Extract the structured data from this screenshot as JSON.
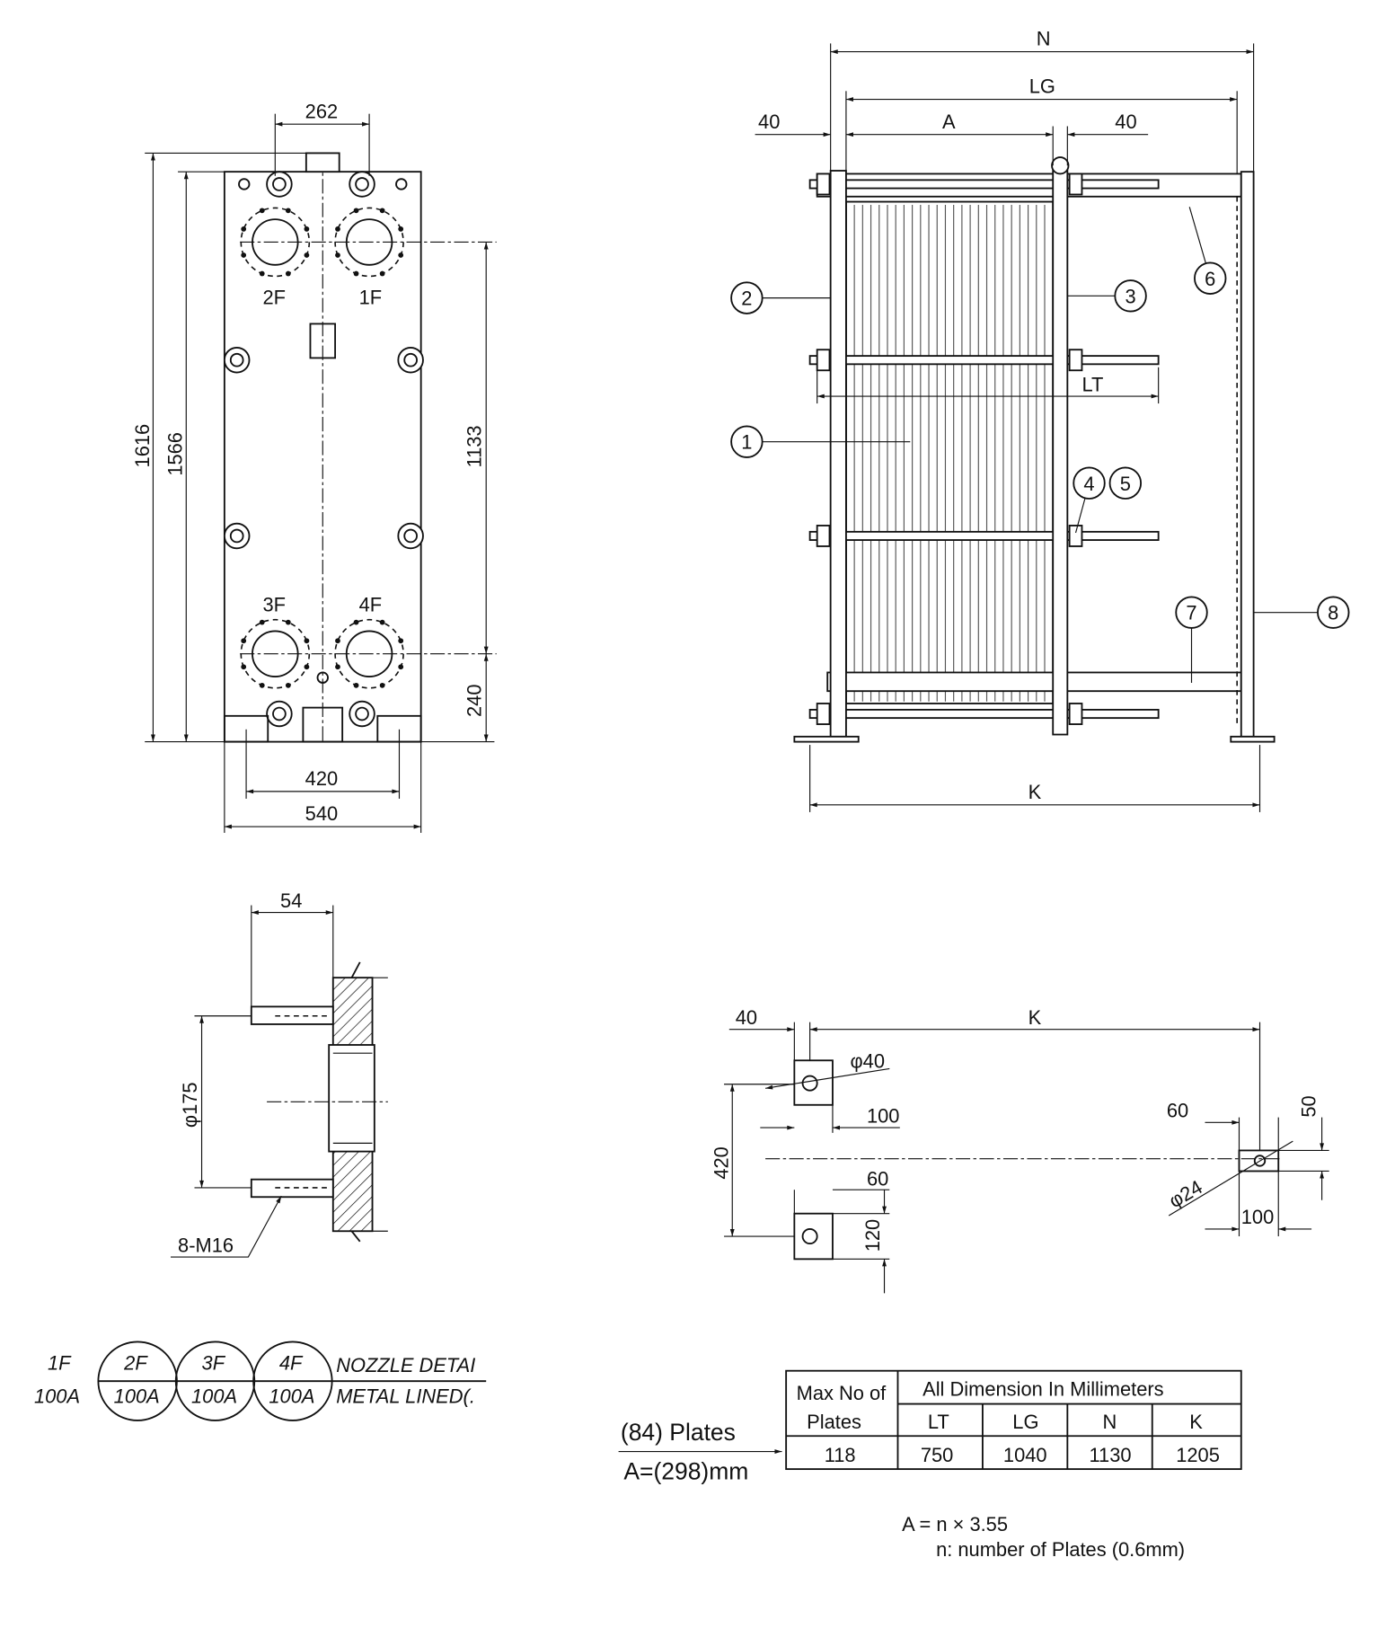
{
  "front_view": {
    "dims": {
      "top_spacing": "262",
      "overall_height": "1616",
      "plate_height": "1566",
      "port_distance": "1133",
      "bottom_port": "240",
      "foot_spacing": "420",
      "width": "540"
    },
    "ports": [
      "2F",
      "1F",
      "3F",
      "4F"
    ]
  },
  "side_view": {
    "dims": {
      "N": "N",
      "LG": "LG",
      "A": "A",
      "left_40": "40",
      "right_40": "40",
      "LT": "LT",
      "K": "K"
    },
    "balloons": [
      "1",
      "2",
      "3",
      "4",
      "5",
      "6",
      "7",
      "8"
    ]
  },
  "nozzle_detail": {
    "flange_depth": "54",
    "bolt_circle": "φ175",
    "bolts": "8-M16"
  },
  "foot_detail": {
    "offset": "40",
    "K": "K",
    "hole_left": "φ40",
    "width_100": "100",
    "width_60": "60",
    "height_120": "120",
    "spacing_420": "420",
    "right_60": "60",
    "right_50": "50",
    "hole_right": "φ24",
    "right_100": "100"
  },
  "nozzle_table": {
    "first_label": "1F",
    "first_size": "100A",
    "items": [
      {
        "label": "2F",
        "size": "100A"
      },
      {
        "label": "3F",
        "size": "100A"
      },
      {
        "label": "4F",
        "size": "100A"
      }
    ],
    "note_top": "NOZZLE DETAI",
    "note_bottom": "METAL LINED(."
  },
  "plates_note": {
    "plates": "(84) Plates",
    "a_value": "A=(298)mm"
  },
  "dimension_table": {
    "header_left": [
      "Max No of",
      "Plates"
    ],
    "header_group": "All Dimension In Millimeters",
    "columns": [
      "LT",
      "LG",
      "N",
      "K"
    ],
    "row": {
      "max_plates": "118",
      "LT": "750",
      "LG": "1040",
      "N": "1130",
      "K": "1205"
    }
  },
  "formula": {
    "line1": "A = n × 3.55",
    "line2": "n: number of Plates (0.6mm)"
  }
}
